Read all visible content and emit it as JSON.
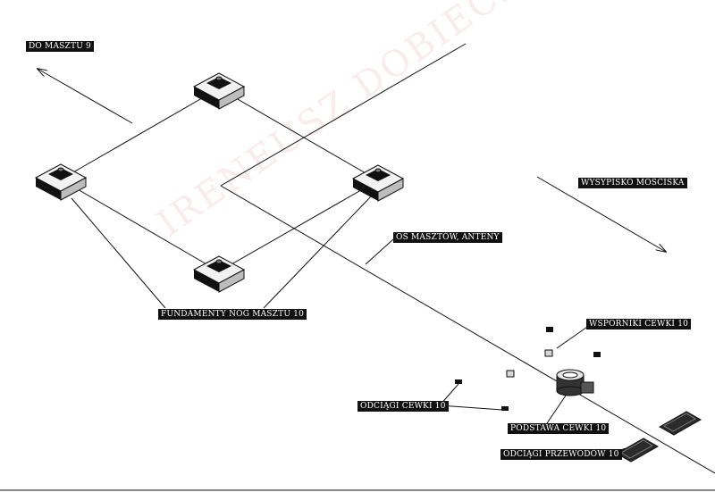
{
  "labels": {
    "do_masztu": "DO MASZTU 9",
    "fundamenty": "FUNDAMENTY NÓG MASZTU 10",
    "os_masztow": "OŚ MASZTÓW, ANTENY",
    "wysypisko": "WYSYPISKO MOŚCISKA",
    "wsporniki": "WSPORNIKI CEWKI 10",
    "odciagi_cewki": "ODCIĄGI CEWKI 10",
    "podstawa": "PODSTAWA CEWKI 10",
    "odciagi_przewodow": "ODCIĄGI PRZEWODÓW 10"
  },
  "watermark": "IRENEUSZ DOBIECH",
  "colors": {
    "line": "#111111",
    "label_bg": "#111111",
    "label_text": "#ffffff",
    "watermark": "#e8b5b5"
  }
}
